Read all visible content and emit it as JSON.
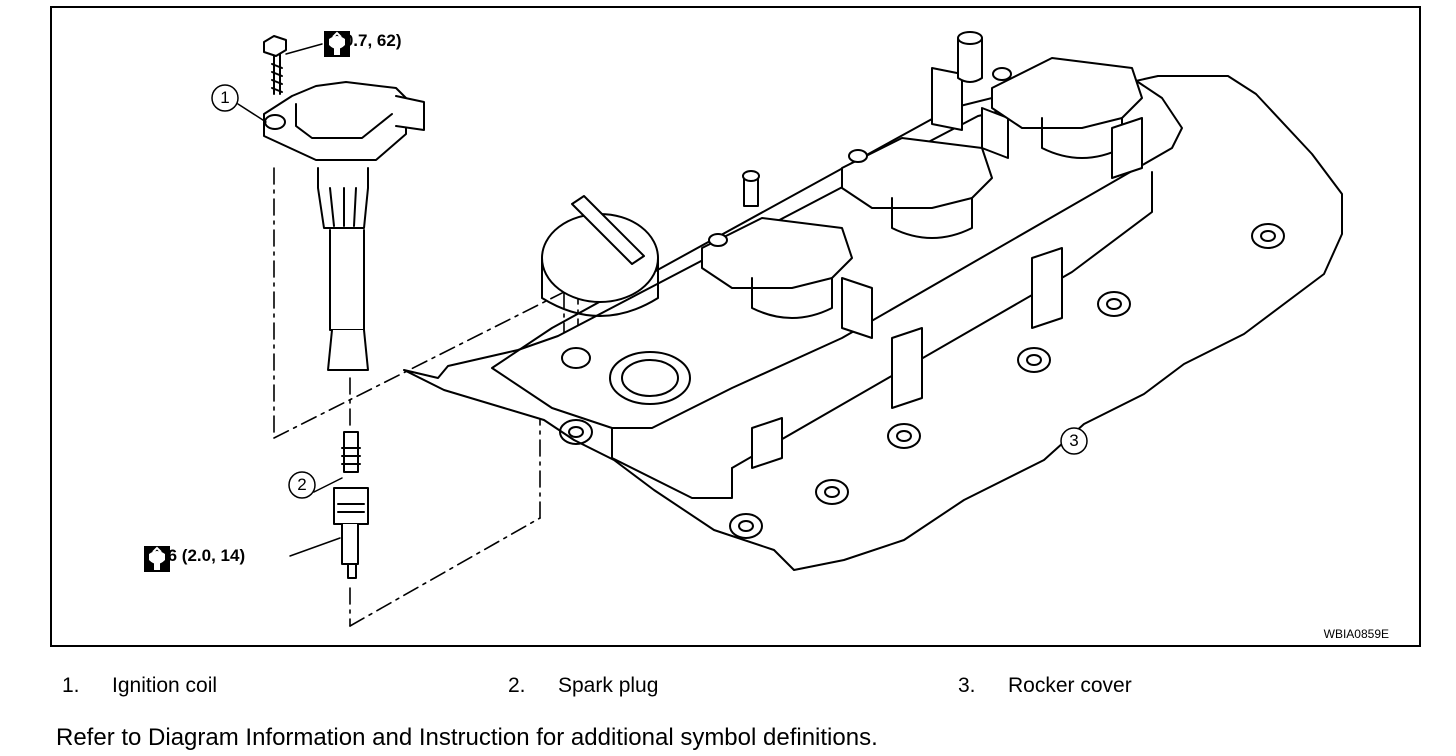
{
  "figure": {
    "code": "WBIA0859E",
    "torque_top": "7 (0.7, 62)",
    "torque_bottom": "19.6 (2.0, 14)",
    "callouts": [
      "1",
      "2",
      "3"
    ]
  },
  "legend": [
    {
      "num": "1.",
      "label": "Ignition coil"
    },
    {
      "num": "2.",
      "label": "Spark plug"
    },
    {
      "num": "3.",
      "label": "Rocker cover"
    }
  ],
  "note": "Refer to Diagram Information and Instruction for additional symbol definitions.",
  "icons": [
    "torque-wrench-icon"
  ]
}
